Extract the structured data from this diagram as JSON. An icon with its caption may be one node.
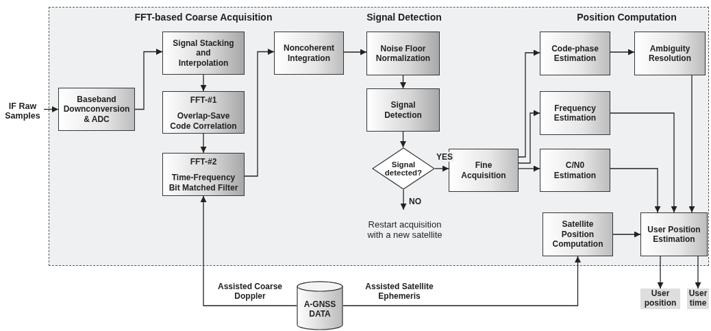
{
  "diagram": {
    "nodes": [
      {
        "text": [],
        "shape": "box"
      },
      {
        "text": [
          "IF Raw Samples"
        ]
      },
      {
        "text": [
          "Baseband Downconversion & ADC"
        ],
        "in": 0
      },
      {
        "text": [
          "Signal Stacking and Interpolation"
        ],
        "in": 0
      },
      {
        "text": [
          "FFT-#1",
          "Overlap-Save Code Correlation"
        ],
        "in": 0
      },
      {
        "text": [
          "FFT-#2",
          "Time-Frequency Bit Matched Filter"
        ],
        "in": 0
      },
      {
        "text": [
          "Noncoherent Integration"
        ],
        "in": 0
      },
      {
        "text": [
          "Noise Floor Normalization"
        ],
        "in": 0
      },
      {
        "text": [
          "Signal Detection"
        ],
        "in": 0
      },
      {
        "text": [
          "Signal detected?"
        ],
        "in": 0
      },
      {
        "text": [
          "Restart acquisition with a new satellite"
        ],
        "in": 0
      },
      {
        "text": [
          "Fine Acquisition"
        ],
        "in": 0
      },
      {
        "text": [
          "Code-phase Estimation"
        ],
        "in": 0
      },
      {
        "text": [
          "Ambiguity Resolution"
        ],
        "in": 0
      },
      {
        "text": [
          "Frequency Estimation"
        ],
        "in": 0
      },
      {
        "text": [
          "C/N0 Estimation"
        ],
        "in": 0
      },
      {
        "text": [
          "Satellite Position Computation"
        ],
        "in": 0
      },
      {
        "text": [
          "User Position Estimation"
        ],
        "in": 0
      },
      {
        "text": [
          "A-GNSS DATA"
        ]
      },
      {
        "text": [
          "User position"
        ]
      },
      {
        "text": [
          "User time"
        ]
      }
    ],
    "edges": [
      {
        "from": 1,
        "to": 2,
        "arrow": "to"
      },
      {
        "from": 2,
        "to": 3,
        "arrow": "to"
      },
      {
        "from": 3,
        "to": 4,
        "arrow": "to"
      },
      {
        "from": 4,
        "to": 5,
        "arrow": "to"
      },
      {
        "from": 5,
        "to": 6,
        "arrow": "to"
      },
      {
        "from": 6,
        "to": 7,
        "arrow": "to"
      },
      {
        "from": 7,
        "to": 8,
        "arrow": "to"
      },
      {
        "from": 8,
        "to": 9,
        "arrow": "to"
      },
      {
        "from": 9,
        "to": 11,
        "arrow": "to",
        "label": "YES"
      },
      {
        "from": 9,
        "to": 10,
        "arrow": "to",
        "label": "NO"
      },
      {
        "from": 11,
        "to": 12,
        "arrow": "to"
      },
      {
        "from": 11,
        "to": 14,
        "arrow": "to"
      },
      {
        "from": 11,
        "to": 15,
        "arrow": "to"
      },
      {
        "from": 12,
        "to": 13,
        "arrow": "to"
      },
      {
        "from": 13,
        "to": 17,
        "arrow": "to"
      },
      {
        "from": 14,
        "to": 17,
        "arrow": "to"
      },
      {
        "from": 15,
        "to": 17,
        "arrow": "to"
      },
      {
        "from": 16,
        "to": 17,
        "arrow": "to"
      },
      {
        "from": 18,
        "to": 5,
        "arrow": "to",
        "label": "Assisted Coarse Doppler"
      },
      {
        "from": 18,
        "to": 16,
        "arrow": "to",
        "label": "Assisted Satellite Ephemeris"
      },
      {
        "from": 17,
        "to": 19,
        "arrow": "to"
      },
      {
        "from": 17,
        "to": 20,
        "arrow": "to"
      }
    ],
    "labels": [
      "FFT-based Coarse Acquisition",
      "Signal Detection",
      "Position Computation"
    ]
  }
}
